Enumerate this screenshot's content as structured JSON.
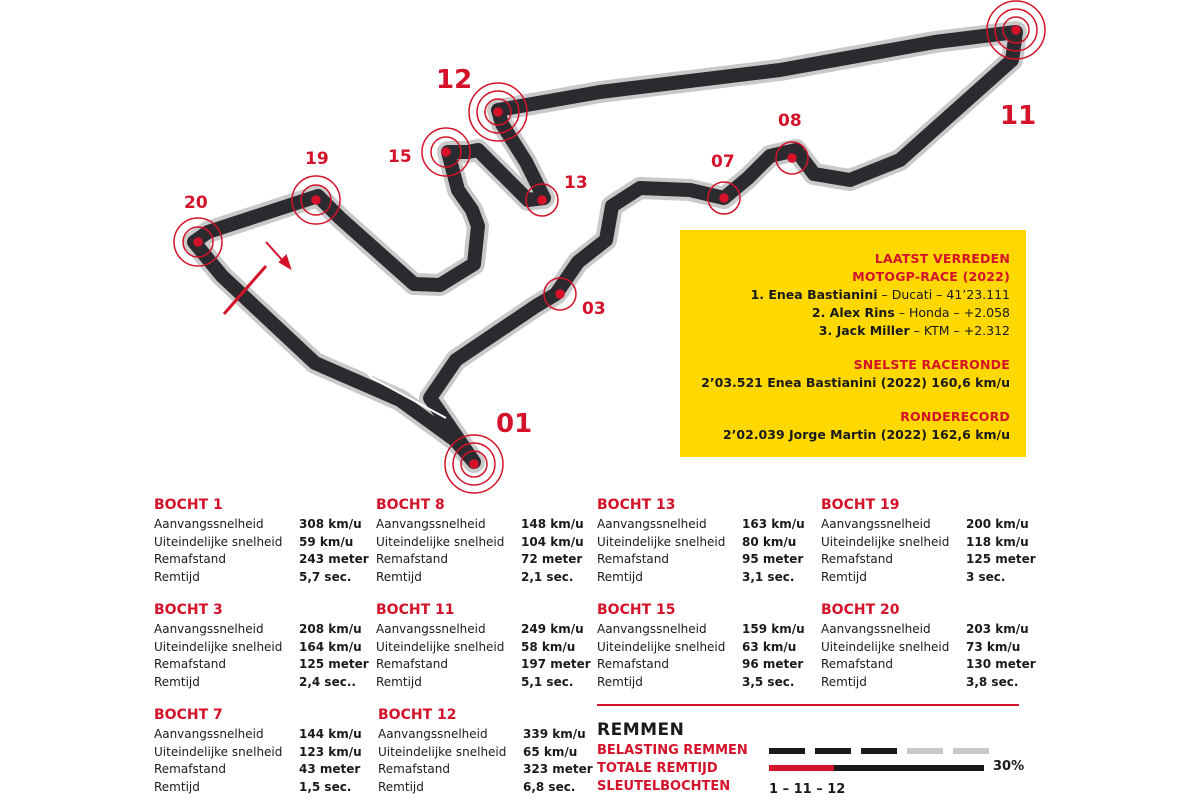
{
  "colors": {
    "accent": "#d4122a",
    "track": "#2b2b2f",
    "track_outline": "#c9c9c9",
    "info_bg": "#ffd800",
    "inactive": "#c8c8c8"
  },
  "turn_labels": {
    "t01": "01",
    "t03": "03",
    "t07": "07",
    "t08": "08",
    "t11": "11",
    "t12": "12",
    "t13": "13",
    "t15": "15",
    "t19": "19",
    "t20": "20"
  },
  "info": {
    "last_race_heading_1": "LAATST VERREDEN",
    "last_race_heading_2": "MOTOGP-RACE (2022)",
    "results": [
      {
        "pos_name": "1. Enea Bastianini",
        "rest": " – Ducati – 41’23.111"
      },
      {
        "pos_name": "2. Alex Rins",
        "rest": " – Honda – +2.058"
      },
      {
        "pos_name": "3. Jack Miller",
        "rest": " – KTM – +2.312"
      }
    ],
    "fastest_lap_heading": "SNELSTE RACERONDE",
    "fastest_lap": "2’03.521 Enea Bastianini (2022) 160,6 km/u",
    "lap_record_heading": "RONDERECORD",
    "lap_record": "2’02.039 Jorge Martin (2022) 162,6 km/u"
  },
  "row_labels": {
    "start_speed": "Aanvangssnelheid",
    "end_speed": "Uiteindelijke snelheid",
    "brake_distance": "Remafstand",
    "brake_time": "Remtijd"
  },
  "bochten": [
    {
      "title": "BOCHT 1",
      "values": [
        "308 km/u",
        "59 km/u",
        "243 meter",
        "5,7 sec."
      ]
    },
    {
      "title": "BOCHT 3",
      "values": [
        "208 km/u",
        "164 km/u",
        "125 meter",
        "2,4 sec.."
      ]
    },
    {
      "title": "BOCHT 7",
      "values": [
        "144 km/u",
        "123 km/u",
        "43 meter",
        "1,5 sec."
      ]
    },
    {
      "title": "BOCHT 8",
      "values": [
        "148 km/u",
        "104 km/u",
        "72 meter",
        "2,1 sec."
      ]
    },
    {
      "title": "BOCHT 11",
      "values": [
        "249 km/u",
        "58 km/u",
        "197 meter",
        "5,1 sec."
      ]
    },
    {
      "title": "BOCHT 12",
      "values": [
        "339 km/u",
        "65 km/u",
        "323 meter",
        "6,8 sec."
      ]
    },
    {
      "title": "BOCHT 13",
      "values": [
        "163 km/u",
        "80 km/u",
        "95 meter",
        "3,1 sec."
      ]
    },
    {
      "title": "BOCHT 15",
      "values": [
        "159 km/u",
        "63 km/u",
        "96 meter",
        "3,5 sec."
      ]
    },
    {
      "title": "BOCHT 19",
      "values": [
        "200 km/u",
        "118 km/u",
        "125 meter",
        "3 sec."
      ]
    },
    {
      "title": "BOCHT 20",
      "values": [
        "203 km/u",
        "73 km/u",
        "130 meter",
        "3,8 sec."
      ]
    }
  ],
  "remmen": {
    "title": "REMMEN",
    "brake_load_label": "BELASTING REMMEN",
    "brake_load_level": 3,
    "brake_load_max": 5,
    "total_time_label": "TOTALE REMTIJD",
    "total_time_fraction": 0.3,
    "total_time_value": "30%",
    "key_turns_label": "SLEUTELBOCHTEN",
    "key_turns_value": "1 – 11 – 12"
  }
}
